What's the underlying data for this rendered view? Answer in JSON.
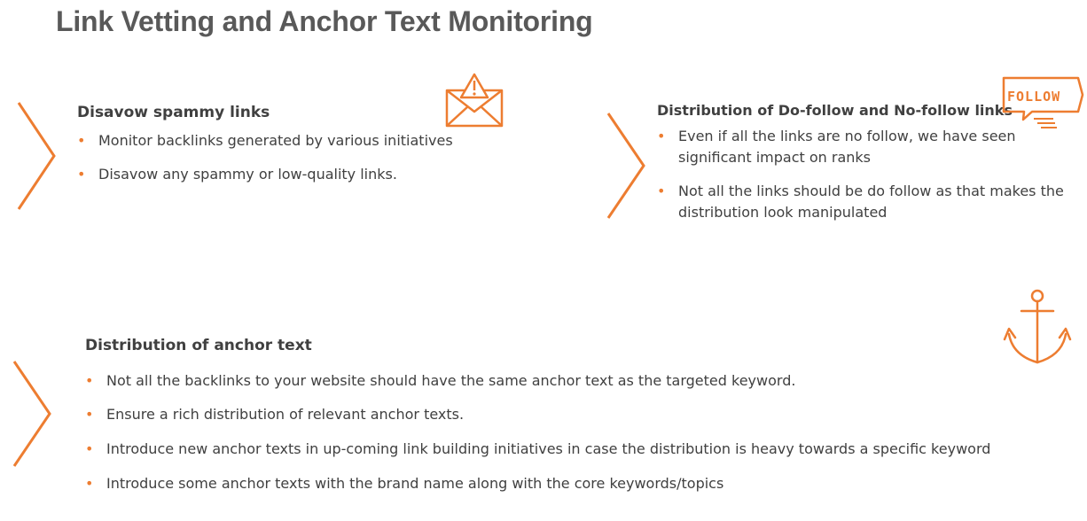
{
  "title": "Link Vetting and Anchor Text Monitoring",
  "accent_color": "#ED7D31",
  "sections": [
    {
      "heading": "Disavow spammy links",
      "icon": "warning-mail-icon",
      "bullets": [
        "Monitor backlinks generated by various initiatives",
        "Disavow any spammy or low-quality links."
      ]
    },
    {
      "heading": "Distribution of Do-follow and No-follow links",
      "icon": "follow-badge-icon",
      "icon_text": "FOLLOW",
      "bullets": [
        "Even if all the links are no follow, we have seen significant impact on ranks",
        "Not all the links should be do follow as that makes the distribution look manipulated"
      ]
    },
    {
      "heading": "Distribution of anchor text",
      "icon": "anchor-icon",
      "bullets": [
        "Not all the backlinks to your website should have the same anchor text as the targeted keyword.",
        "Ensure a rich distribution of relevant anchor texts.",
        "Introduce new anchor texts in up-coming link building initiatives in case the distribution is heavy towards a specific keyword",
        "Introduce some anchor texts with the brand name along with the core keywords/topics"
      ]
    }
  ]
}
